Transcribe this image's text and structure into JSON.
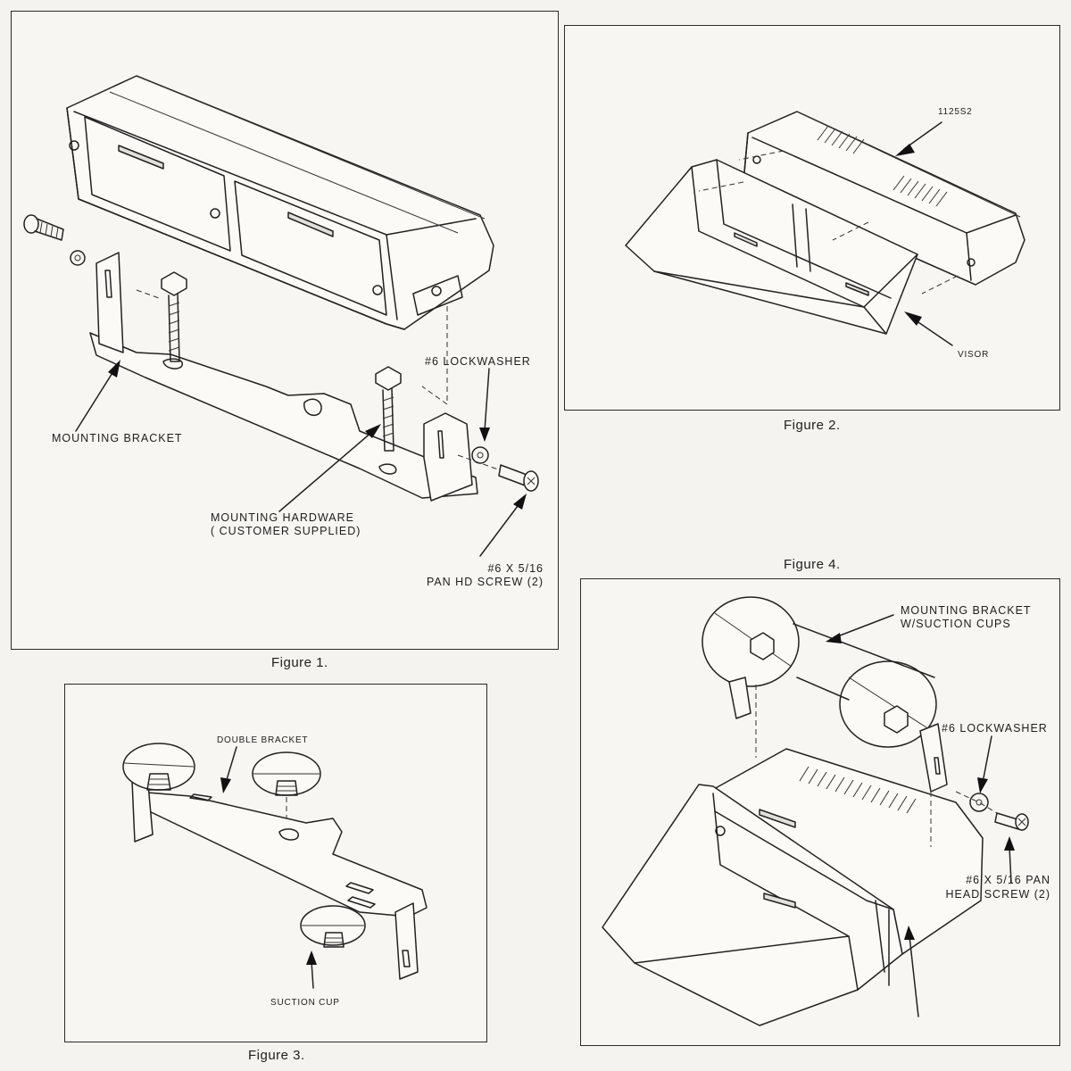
{
  "figure1": {
    "caption": "Figure 1.",
    "labels": {
      "mounting_bracket": "MOUNTING BRACKET",
      "lockwasher": "#6 LOCKWASHER",
      "hardware_line1": "MOUNTING HARDWARE",
      "hardware_line2": "( CUSTOMER SUPPLIED)",
      "screw_line1": "#6 X 5/16",
      "screw_line2": "PAN HD SCREW  (2)"
    }
  },
  "figure2": {
    "caption": "Figure 2.",
    "labels": {
      "model": "1125S2",
      "visor": "VISOR"
    }
  },
  "figure3": {
    "caption": "Figure 3.",
    "labels": {
      "double_bracket": "DOUBLE BRACKET",
      "suction_cup": "SUCTION CUP"
    }
  },
  "figure4": {
    "caption": "Figure 4.",
    "labels": {
      "bracket_line1": "MOUNTING BRACKET",
      "bracket_line2": "W/SUCTION CUPS",
      "lockwasher": "#6 LOCKWASHER",
      "screw_line1": "#6 X 5/16 PAN",
      "screw_line2": "HEAD SCREW (2)"
    }
  }
}
